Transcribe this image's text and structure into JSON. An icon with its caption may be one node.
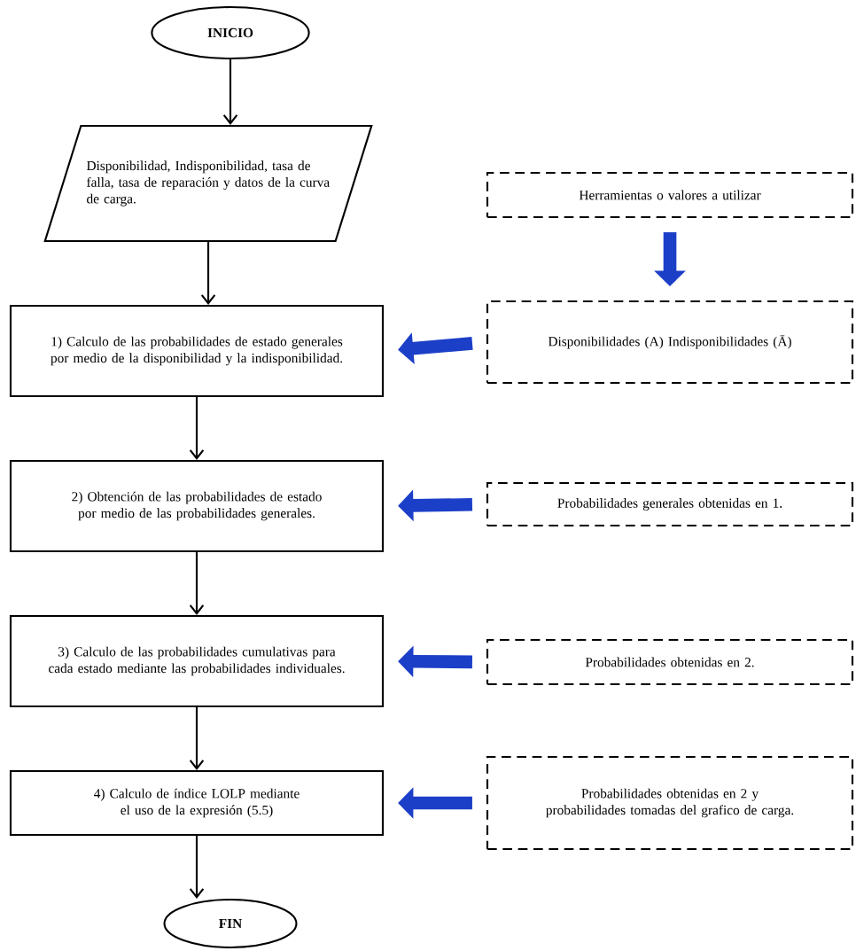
{
  "diagram": {
    "nodes": [
      {
        "text": [
          "INICIO"
        ]
      },
      {
        "text": [
          "Disponibilidad, Indisponibilidad, tasa de falla, tasa de reparación y datos de la curva de carga."
        ]
      },
      {
        "text": [
          "1) Calculo de las probabilidades de estado generales por medio de la disponibilidad y la indisponibilidad."
        ]
      },
      {
        "text": [
          "2) Obtención de las probabilidades de estado por medio de las probabilidades generales."
        ]
      },
      {
        "text": [
          "3) Calculo de las probabilidades cumulativas para cada estado mediante las probabilidades individuales."
        ]
      },
      {
        "text": [
          "4) Calculo de índice LOLP mediante el uso de la expresión (5.5)"
        ]
      },
      {
        "text": [
          "FIN"
        ]
      },
      {
        "text": [
          "Herramientas o valores a utilizar"
        ]
      },
      {
        "text": [
          "Disponibilidades (A) Indisponibilidades (Ā)"
        ]
      },
      {
        "text": [
          "Probabilidades generales obtenidas en 1."
        ]
      },
      {
        "text": [
          "Probabilidades obtenidas en 2."
        ]
      },
      {
        "text": [
          "Probabilidades obtenidas en 2 y probabilidades tomadas del grafico de carga."
        ]
      }
    ],
    "edges": [
      {
        "from": 0,
        "to": 1,
        "arrow": "to"
      },
      {
        "from": 1,
        "to": 2,
        "arrow": "to"
      },
      {
        "from": 2,
        "to": 3,
        "arrow": "to"
      },
      {
        "from": 3,
        "to": 4,
        "arrow": "to"
      },
      {
        "from": 4,
        "to": 5,
        "arrow": "to"
      },
      {
        "from": 5,
        "to": 6,
        "arrow": "to"
      },
      {
        "from": 7,
        "to": 8,
        "arrow": "to",
        "style": "thick",
        "color": "#1c3fc8"
      },
      {
        "from": 8,
        "to": 2,
        "arrow": "to",
        "style": "thick",
        "color": "#1c3fc8"
      },
      {
        "from": 9,
        "to": 3,
        "arrow": "to",
        "style": "thick",
        "color": "#1c3fc8"
      },
      {
        "from": 10,
        "to": 4,
        "arrow": "to",
        "style": "thick",
        "color": "#1c3fc8"
      },
      {
        "from": 11,
        "to": 5,
        "arrow": "to",
        "style": "thick",
        "color": "#1c3fc8"
      }
    ]
  }
}
